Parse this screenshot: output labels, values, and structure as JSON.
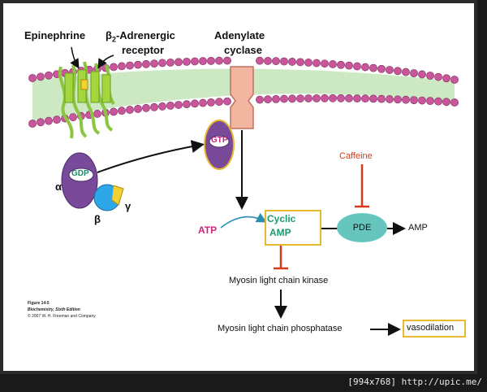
{
  "labels": {
    "epinephrine": "Epinephrine",
    "beta_symbol": "β",
    "beta_subscript": "2",
    "receptor": "-Adrenergic",
    "receptor_line2": "receptor",
    "adenylate": "Adenylate",
    "cyclase": "cyclase",
    "gdp": "GDP",
    "gtp": "GTP",
    "alpha": "α",
    "beta": "β",
    "gamma": "γ",
    "caffeine": "Caffeine",
    "atp": "ATP",
    "cyclic": "Cyclic",
    "amp_box": "AMP",
    "pde": "PDE",
    "amp": "AMP",
    "mlck": "Myosin light chain kinase",
    "mlcp": "Myosin light chain phosphatase",
    "vasodilation": "vasodilation"
  },
  "caption": {
    "figure": "Figure 14-5",
    "book": "Biochemistry, Sixth Edition",
    "copyright": "© 2007 W. H. Freeman and Company"
  },
  "watermark": "[994x768] http://upic.me/",
  "colors": {
    "membrane_head": "#c9569a",
    "membrane_tail": "#7cc27a",
    "receptor": "#a6d63e",
    "g_alpha": "#7a4a9a",
    "g_beta": "#2ea7e8",
    "g_gamma": "#f2d030",
    "cyclase": "#f2b6a0",
    "caffeine": "#d93a1a",
    "atp": "#d0247a",
    "camp": "#2cae8a",
    "box_border": "#e8b830"
  }
}
